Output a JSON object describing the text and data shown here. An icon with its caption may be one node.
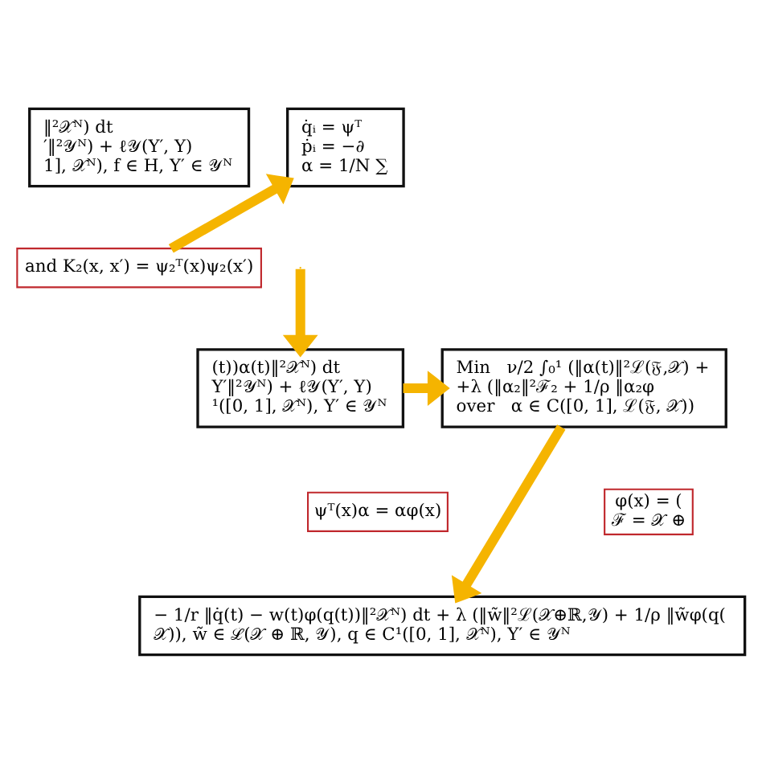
{
  "diagram": {
    "nodes": [
      {
        "text": [
          "‖²𝒳ᴺ) dt",
          "′‖²𝒴ᴺ) + ℓ𝒴(Y′, Y)",
          "1], 𝒳ᴺ), f ∈ H, Y′ ∈ 𝒴ᴺ"
        ]
      },
      {
        "text": [
          "q̇ᵢ = ψᵀ",
          "ṗᵢ = −∂",
          "α = 1/N ∑"
        ]
      },
      {
        "text": [
          "and K₂(x, x′) = ψ₂ᵀ(x)ψ₂(x′)"
        ]
      },
      {
        "text": [
          "(t))α(t)‖²𝒳ᴺ) dt",
          "Y′‖²𝒴ᴺ) + ℓ𝒴(Y′, Y)",
          "¹([0, 1], 𝒳ᴺ), Y′ ∈ 𝒴ᴺ"
        ]
      },
      {
        "text": [
          "Min   ν/2 ∫₀¹ (‖α(t)‖²ℒ(𝔉,𝒳) +",
          "+λ (‖α₂‖²ℱ₂ + 1/ρ ‖α₂φ",
          "over   α ∈ C([0, 1], ℒ(𝔉, 𝒳))"
        ]
      },
      {
        "text": [
          "ψᵀ(x)α = αφ(x)"
        ]
      },
      {
        "text": [
          "φ(x) = (",
          "ℱ = 𝒳 ⊕"
        ]
      },
      {
        "text": [
          "− 1/r ‖q̇(t) − w(t)φ(q(t))‖²𝒳ᴺ) dt + λ (‖w̃‖²ℒ(𝒳⊕ℝ,𝒴) + 1/ρ ‖w̃φ(q(",
          "𝒳)), w̃ ∈ ℒ(𝒳 ⊕ ℝ, 𝒴), q ∈ C¹([0, 1], 𝒳ᴺ), Y′ ∈ 𝒴ᴺ"
        ]
      }
    ],
    "edges": [
      {
        "from": 2,
        "to": 1,
        "arrow": "to"
      },
      {
        "from": null,
        "to": 3,
        "arrow": "to"
      },
      {
        "from": 3,
        "to": 4,
        "arrow": "to"
      },
      {
        "from": 4,
        "to": 7,
        "arrow": "to"
      }
    ]
  }
}
